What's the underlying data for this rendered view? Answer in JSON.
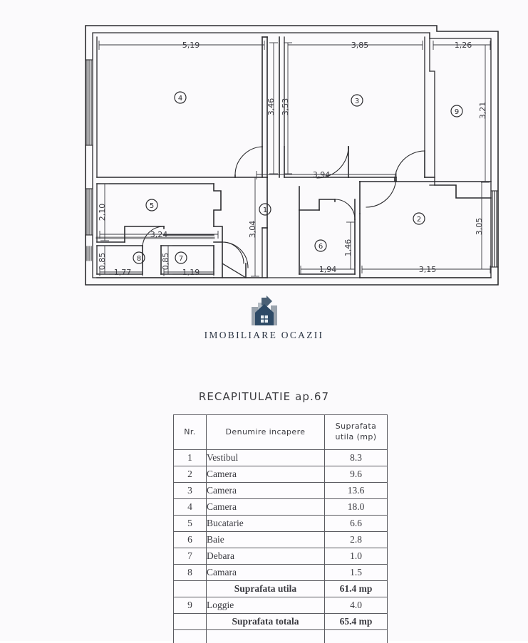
{
  "floorplan": {
    "rooms": [
      {
        "id": "1",
        "marker": "1"
      },
      {
        "id": "2",
        "marker": "2"
      },
      {
        "id": "3",
        "marker": "3"
      },
      {
        "id": "4",
        "marker": "4"
      },
      {
        "id": "5",
        "marker": "5"
      },
      {
        "id": "6",
        "marker": "6"
      },
      {
        "id": "7",
        "marker": "7"
      },
      {
        "id": "8",
        "marker": "8"
      },
      {
        "id": "9",
        "marker": "9"
      }
    ],
    "dimensions": {
      "room4_width": "5,19",
      "room4_height": "3,46",
      "room3_width": "3,85",
      "room3_height": "3,53",
      "room9_width": "1,26",
      "room9_height": "3,21",
      "hall_width": "3,94",
      "hall_height": "3,04",
      "room5_height": "2,10",
      "room5_width": "3,24",
      "room8_width": "1,77",
      "room8_height": "0,85",
      "room7_width": "1,19",
      "room7_height": "0,85",
      "room6_width": "1,94",
      "room6_height": "1,46",
      "room2_width": "3,15",
      "room2_height": "3,05"
    }
  },
  "logo": {
    "wordmark": "IMOBILIARE OCAZII",
    "icon_name": "house-building-logo",
    "house_color": "#2e4a66",
    "building_color": "#9aa3ad"
  },
  "recap": {
    "title": "RECAPITULATIE ap.67",
    "columns": [
      "Nr.",
      "Denumire incapere",
      "Suprafata utila (mp)"
    ],
    "column_header_lines": [
      [
        "Nr."
      ],
      [
        "Denumire incapere"
      ],
      [
        "Suprafata",
        "utila (mp)"
      ]
    ],
    "rows": [
      {
        "nr": "1",
        "name": "Vestibul",
        "area": "8.3"
      },
      {
        "nr": "2",
        "name": "Camera",
        "area": "9.6"
      },
      {
        "nr": "3",
        "name": "Camera",
        "area": "13.6"
      },
      {
        "nr": "4",
        "name": "Camera",
        "area": "18.0"
      },
      {
        "nr": "5",
        "name": "Bucatarie",
        "area": "6.6"
      },
      {
        "nr": "6",
        "name": "Baie",
        "area": "2.8"
      },
      {
        "nr": "7",
        "name": "Debara",
        "area": "1.0"
      },
      {
        "nr": "8",
        "name": "Camara",
        "area": "1.5"
      }
    ],
    "subtotal": {
      "nr": "",
      "name": "Suprafata utila",
      "area": "61.4 mp"
    },
    "loggia": {
      "nr": "9",
      "name": "Loggie",
      "area": "4.0"
    },
    "total": {
      "nr": "",
      "name": "Suprafata totala",
      "area": "65.4 mp"
    }
  },
  "colors": {
    "background": "#fbfafc",
    "line": "#2b2b2e",
    "table_border": "#5a5a60",
    "text": "#3a3a40"
  }
}
